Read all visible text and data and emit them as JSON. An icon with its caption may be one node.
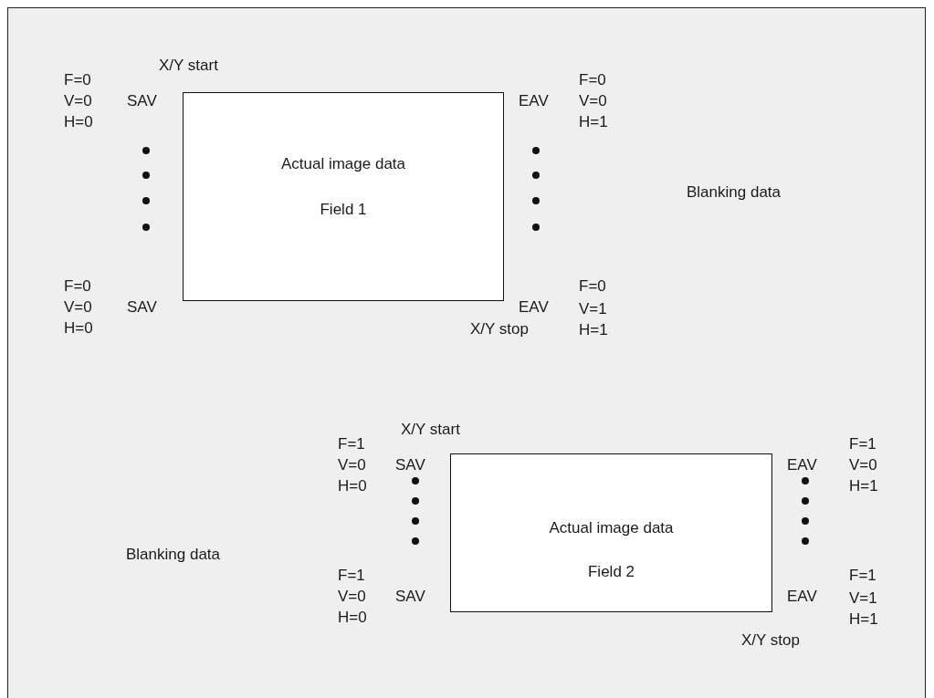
{
  "diagram": {
    "nodes": [
      {
        "text": [
          "Actual image data",
          "Field 1"
        ]
      },
      {
        "text": [
          "Actual image data",
          "Field 2"
        ]
      }
    ],
    "labels": [
      "X/Y start",
      "F=0",
      "V=0",
      "H=0",
      "SAV",
      "F=0",
      "V=0",
      "H=1",
      "EAV",
      "Blanking data",
      "F=0",
      "V=0",
      "H=0",
      "SAV",
      "EAV",
      "F=0",
      "V=1",
      "X/Y stop",
      "H=1",
      "X/Y start",
      "F=1",
      "V=0",
      "H=0",
      "SAV",
      "EAV",
      "F=1",
      "V=0",
      "H=1",
      "Blanking data",
      "F=1",
      "V=0",
      "H=0",
      "SAV",
      "EAV",
      "F=1",
      "V=1",
      "H=1",
      "X/Y stop"
    ]
  }
}
